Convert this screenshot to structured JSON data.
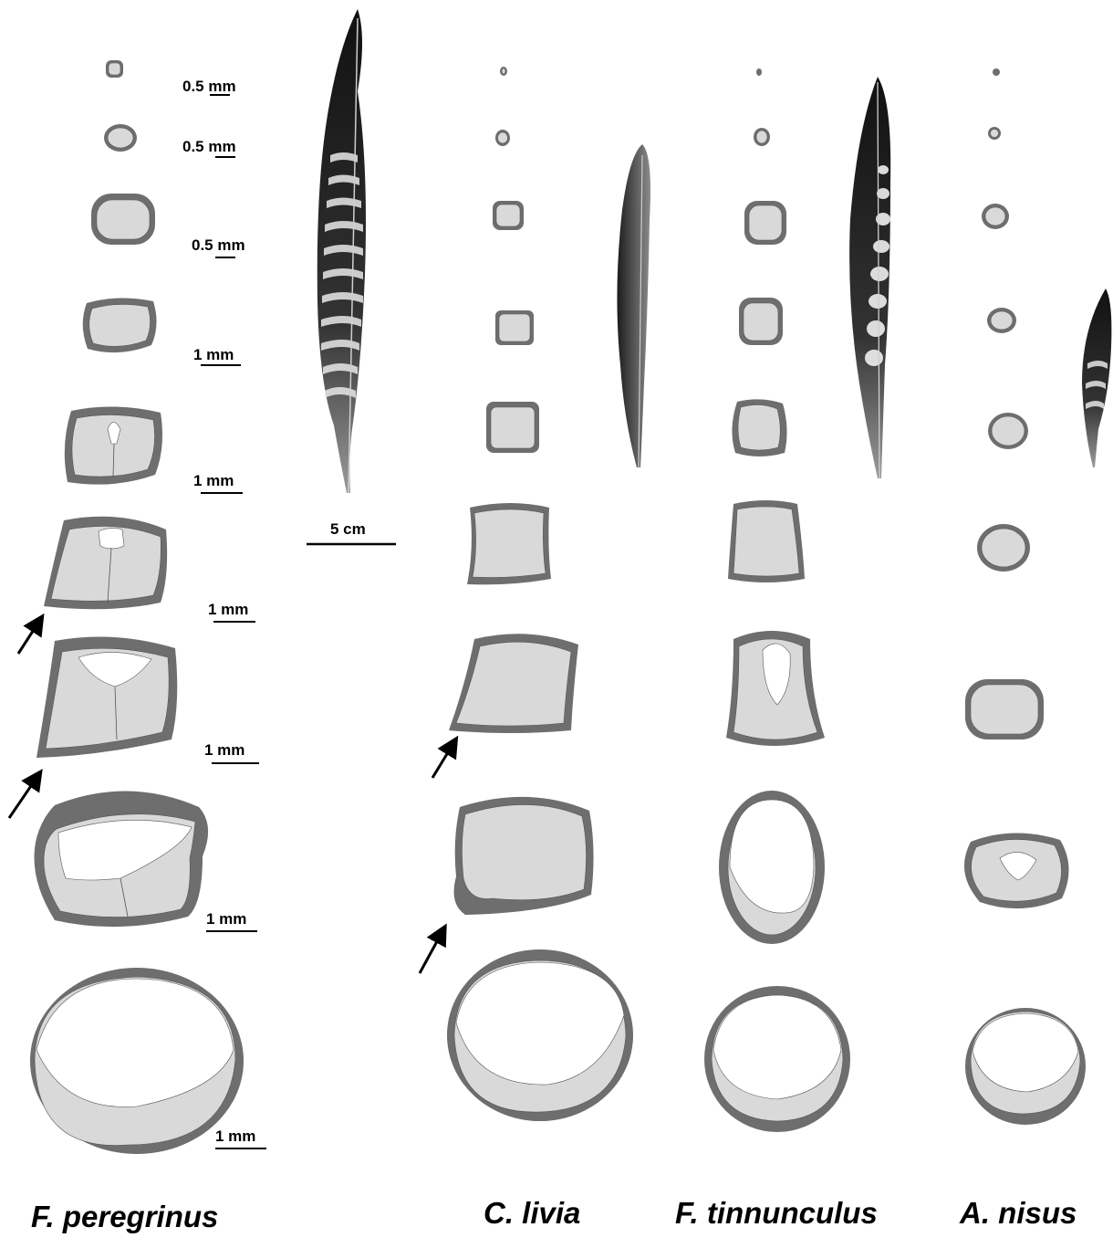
{
  "species_labels": {
    "peregrinus": "F. peregrinus",
    "livia": "C. livia",
    "tinnunculus": "F. tinnunculus",
    "nisus": "A. nisus"
  },
  "scale_bars": {
    "s1": "0.5 mm",
    "s2": "0.5 mm",
    "s3": "0.5 mm",
    "s4": "1 mm",
    "s5": "1 mm",
    "s6": "1 mm",
    "s7": "1 mm",
    "s8": "1 mm",
    "s9": "1 mm",
    "feather": "5 cm"
  },
  "colors": {
    "cortex": "#6e6e6e",
    "medulla": "#d9d9d9",
    "background": "#ffffff"
  },
  "icons": {
    "arrow": "arrow-up-right-icon",
    "feather": "feather-icon"
  }
}
